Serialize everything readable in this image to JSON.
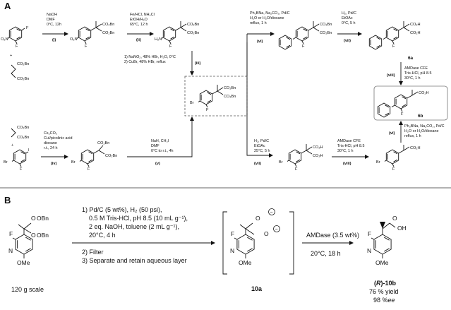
{
  "panel_a": {
    "letter": "A",
    "steps": {
      "i": {
        "num": "(i)",
        "lines": [
          "NaOH",
          "DMF",
          "0°C, 12h"
        ]
      },
      "ii": {
        "num": "(ii)",
        "lines": [
          "Fe/HCl, NH₄Cl",
          "EtOH/H₂O",
          "65°C, 12 h"
        ]
      },
      "iii": {
        "num": "(iii)",
        "lines": [
          "1) NaNO₂, 48% HBr, H₂O, 0°C",
          "2) CuBr, 48% HBr, reflux"
        ]
      },
      "iv": {
        "num": "(iv)",
        "lines": [
          "Cs₂CO₃",
          "CuI/picolinic acid",
          "dioxane",
          "r.t., 24 h"
        ]
      },
      "v": {
        "num": "(v)",
        "lines": [
          "NaH, CH₃I",
          "DMF",
          "0°C to r.t., 4h"
        ]
      },
      "vi_top": {
        "num": "(vi)",
        "lines": [
          "Ph₃BNa, Na₂CO₃, Pd/C",
          "H₂O or H₂O/dioxane",
          "reflux, 1 h"
        ]
      },
      "vii_top": {
        "num": "(vii)",
        "lines": [
          "H₂, Pd/C",
          "EtOAc",
          "0°C, 5 h"
        ]
      },
      "viii_right": {
        "num": "(viii)",
        "lines": [
          "AMDase CFE",
          "Tris-HCl, pH 8.5",
          "30°C, 1 h"
        ]
      },
      "vii_bottom": {
        "num": "(vii)",
        "lines": [
          "H₂, Pd/C",
          "EtOAc",
          "25°C, 5 h"
        ]
      },
      "viii_bottom": {
        "num": "(viii)",
        "lines": [
          "AMDase CFE",
          "Tris-HCl, pH 8.5",
          "30°C, 1 h"
        ]
      },
      "vi_right": {
        "num": "(vi)",
        "lines": [
          "Ph₃BNa, Na₂CO₃, Pd/C",
          "H₂O or H₂O/dioxane",
          "reflux, 1 h"
        ]
      }
    },
    "compounds": {
      "c6a": "6a",
      "c6b": "6b"
    },
    "atoms": {
      "F": "F",
      "O2N": "O₂N",
      "H2N": "H₂N",
      "Br": "Br",
      "I": "I",
      "CO2Bn": "CO₂Bn",
      "CO2H": "CO₂H",
      "plus": "+"
    }
  },
  "panel_b": {
    "letter": "B",
    "conditions": [
      "1) Pd/C (5 wt%), H₂ (50 psi),",
      "0.5 M Tris-HCl, pH 8.5 (10 mL g⁻¹),",
      "2 eq. NaOH, toluene (2 mL g⁻¹),",
      "20°C, 4 h",
      "2) Filter",
      "3) Separate and retain aqueous layer"
    ],
    "enzyme": {
      "name": "AMDase (3.5 wt%)",
      "temp": "20°C, 18 h"
    },
    "scale": "120 g scale",
    "intermediate": "10a",
    "product": {
      "label_r": "R",
      "label_id": "-10b",
      "yield": "76 % yield",
      "ee_value": "98 %",
      "ee_unit": "ee"
    },
    "atoms": {
      "F": "F",
      "N": "N",
      "OMe": "OMe",
      "O": "O",
      "OBn": "OBn",
      "OH": "OH",
      "minus": "−"
    }
  }
}
